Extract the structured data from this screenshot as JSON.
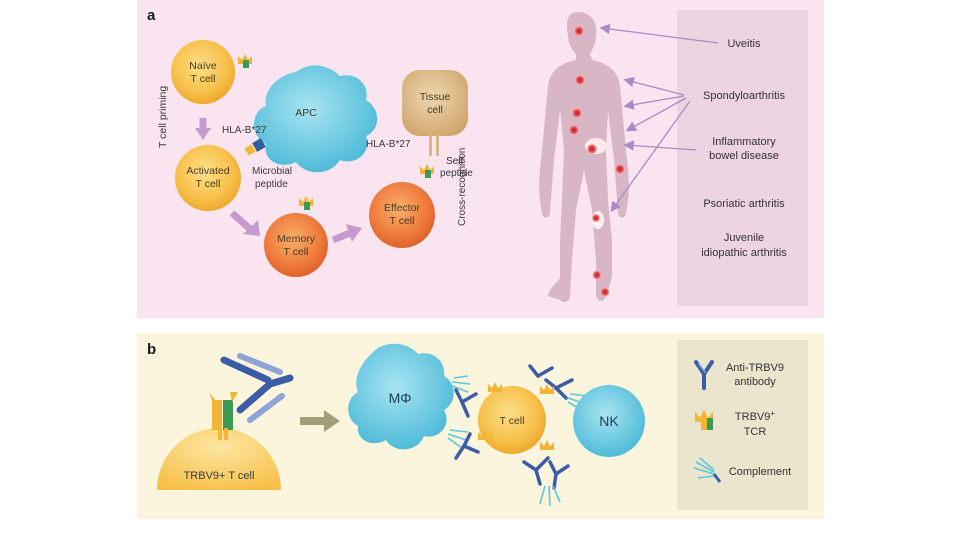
{
  "panel_a": {
    "letter": "a",
    "side_label": "T cell priming",
    "cross_label": "Cross-recognition",
    "naive": [
      "Naïve",
      "T cell"
    ],
    "apc": "APC",
    "hla1": "HLA-B*27",
    "microbial": [
      "Microbial",
      "peptide"
    ],
    "activated": [
      "Activated",
      "T cell"
    ],
    "memory": [
      "Memory",
      "T cell"
    ],
    "tissue": [
      "Tissue",
      "cell"
    ],
    "hla2": "HLA-B*27",
    "self": [
      "Self",
      "peptide"
    ],
    "effector": [
      "Effector",
      "T cell"
    ],
    "diseases": {
      "uveitis": "Uveitis",
      "spondylo": "Spondyloarthritis",
      "ibd": [
        "Inflammatory",
        "bowel disease"
      ],
      "psoriatic": "Psoriatic arthritis",
      "jia": [
        "Juvenile",
        "idiopathic arthritis"
      ]
    }
  },
  "panel_b": {
    "letter": "b",
    "trbv9_cell": "TRBV9+ T cell",
    "macrophage": "MΦ",
    "tcell": "T cell",
    "nk": "NK",
    "legend": {
      "antibody": [
        "Anti-TRBV9",
        "antibody"
      ],
      "tcr": [
        "TRBV9",
        "TCR"
      ],
      "tcr_sup": "+",
      "complement": "Complement"
    }
  },
  "colors": {
    "panel_a_bg": "#f9e4ef",
    "panel_b_bg": "#faf5dc",
    "disease_box": "#ecd4e1",
    "legend_box": "#ece5cd",
    "t_cell_light": "#f7c04a",
    "t_cell_dark": "#ee7a3c",
    "apc": "#5cc6e0",
    "tissue": "#d9b784",
    "body": "#d8b6c6",
    "arrow": "#c59bcf",
    "disease_arrow": "#a98ac8"
  }
}
